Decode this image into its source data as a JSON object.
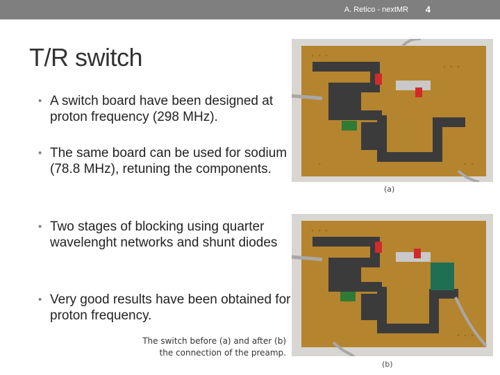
{
  "header": {
    "author": "A. Retico - nextMR",
    "page_number": "4"
  },
  "title": "T/R switch",
  "bullets": [
    "A switch board have been designed at proton frequency (298 MHz).",
    "The same board can be used for sodium (78.8 MHz), retuning the components.",
    "Two stages of blocking using quarter wavelenght networks and shunt diodes",
    "Very good results have been obtained for proton frequency."
  ],
  "caption": {
    "line1": "The switch before (a) and after (b)",
    "line2": "the connection of the preamp."
  },
  "images": {
    "a": {
      "label": "(a)",
      "icon": "pcb-photo-icon"
    },
    "b": {
      "label": "(b)",
      "icon": "pcb-photo-icon"
    }
  },
  "colors": {
    "header_bar": "#7f7f80",
    "board": "#b5842f",
    "copper": "#3b3b3b",
    "title": "#333333"
  }
}
